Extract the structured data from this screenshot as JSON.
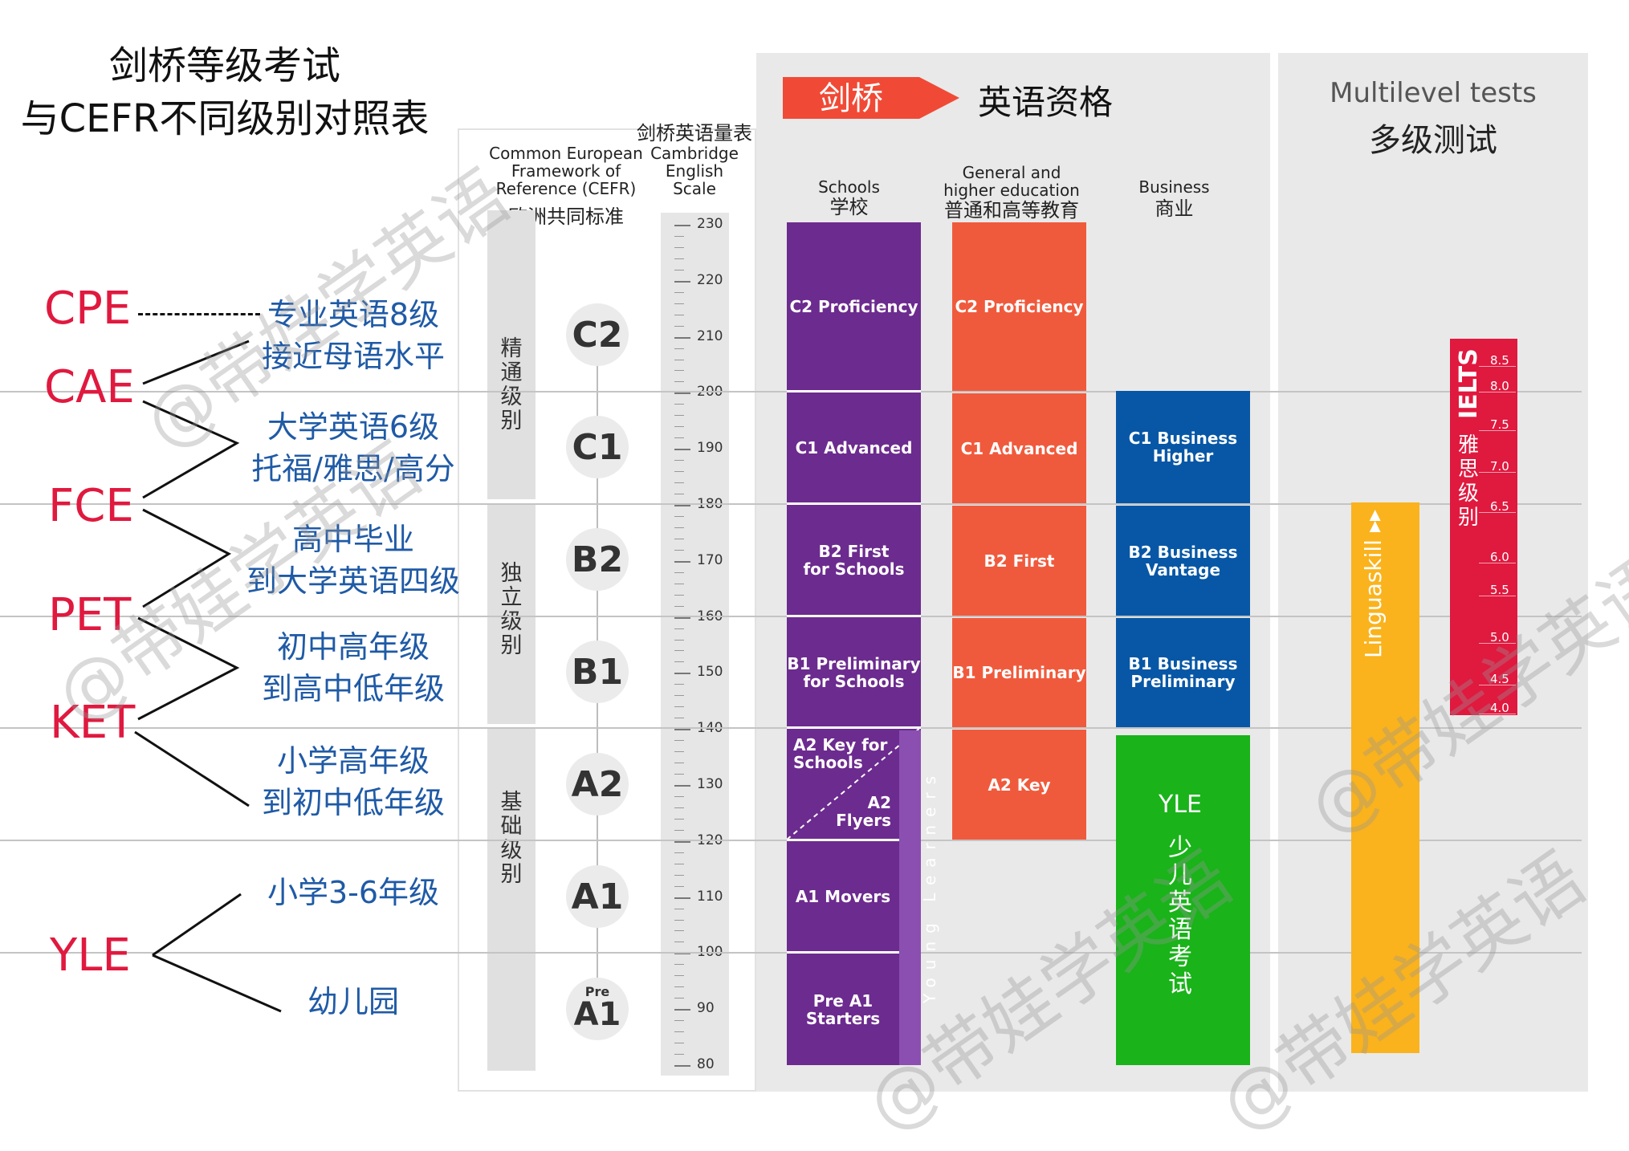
{
  "title": {
    "line1": "剑桥等级考试",
    "line2": "与CEFR不同级别对照表"
  },
  "headers": {
    "cefr_en": "Common European Framework of Reference (CEFR)",
    "cefr_en_1": "Common European",
    "cefr_en_2": "Framework of",
    "cefr_en_3": "Reference (CEFR)",
    "cefr_cn": "欧洲共同标准",
    "scale_cn": "剑桥英语量表",
    "scale_en_1": "Cambridge",
    "scale_en_2": "English",
    "scale_en_3": "Scale",
    "qual_tag": "剑桥",
    "qual_cn": "英语资格",
    "schools_en": "Schools",
    "schools_cn": "学校",
    "general_en_1": "General and",
    "general_en_2": "higher education",
    "general_cn": "普通和高等教育",
    "business_en": "Business",
    "business_cn": "商业",
    "multilevel_en": "Multilevel tests",
    "multilevel_cn": "多级测试"
  },
  "level_groups": [
    "精通级别",
    "独立级别",
    "基础级别"
  ],
  "cefr_levels": [
    {
      "code": "C2"
    },
    {
      "code": "C1"
    },
    {
      "code": "B2"
    },
    {
      "code": "B1"
    },
    {
      "code": "A2"
    },
    {
      "code": "A1"
    },
    {
      "code": "A1",
      "pre": "Pre"
    }
  ],
  "scale_labels": [
    "230",
    "220",
    "210",
    "200",
    "190",
    "180",
    "170",
    "160",
    "150",
    "140",
    "130",
    "120",
    "110",
    "100",
    "90",
    "80"
  ],
  "schools": {
    "c2": "C2 Proficiency",
    "c1": "C1 Advanced",
    "b2_1": "B2 First",
    "b2_2": "for Schools",
    "b1_1": "B1 Preliminary",
    "b1_2": "for Schools",
    "a2_1": "A2 Key for",
    "a2_2": "Schools",
    "flyers_1": "A2",
    "flyers_2": "Flyers",
    "movers": "A1 Movers",
    "starters_1": "Pre A1",
    "starters_2": "Starters",
    "young_learners": "Young Learners"
  },
  "general": {
    "c2": "C2 Proficiency",
    "c1": "C1 Advanced",
    "b2": "B2 First",
    "b1": "B1 Preliminary",
    "a2": "A2 Key"
  },
  "business": {
    "c1_1": "C1 Business",
    "c1_2": "Higher",
    "b2_1": "B2 Business",
    "b2_2": "Vantage",
    "b1_1": "B1 Business",
    "b1_2": "Preliminary",
    "yle_en": "YLE",
    "yle_cn": "少儿英语考试"
  },
  "linguaskill": "Linguaskill",
  "ielts": {
    "logo": "IELTS",
    "cn": "雅思级别",
    "bands": [
      "8.5",
      "8.0",
      "7.5",
      "7.0",
      "6.5",
      "6.0",
      "5.5",
      "5.0",
      "4.5",
      "4.0"
    ]
  },
  "exams": [
    "CPE",
    "CAE",
    "FCE",
    "PET",
    "KET",
    "YLE"
  ],
  "descriptions": {
    "d1": "专业英语8级",
    "d2": "接近母语水平",
    "d3": "大学英语6级",
    "d4": "托福/雅思/高分",
    "d5": "高中毕业",
    "d6": "到大学英语四级",
    "d7": "初中高年级",
    "d8": "到高中低年级",
    "d9": "小学高年级",
    "d10": "到初中低年级",
    "d11": "小学3-6年级",
    "d12": "幼儿园"
  },
  "watermark": "@带娃学英语"
}
